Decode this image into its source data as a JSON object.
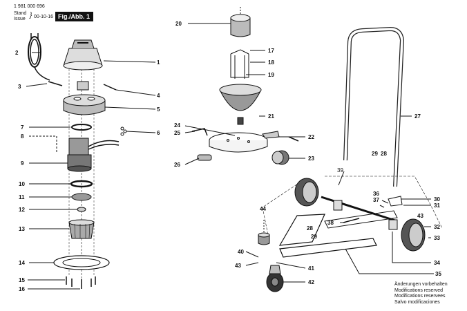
{
  "header": {
    "part_number": "1 981 000 696",
    "stand_label": "Stand",
    "issue_label": "Issue",
    "date": "00-10-16",
    "figure_label": "Fig./Abb. 1"
  },
  "callouts": [
    "1",
    "2",
    "3",
    "4",
    "5",
    "6",
    "7",
    "8",
    "9",
    "10",
    "11",
    "12",
    "13",
    "14",
    "15",
    "16",
    "17",
    "18",
    "19",
    "20",
    "21",
    "22",
    "23",
    "24",
    "25",
    "26",
    "27",
    "28",
    "29",
    "30",
    "31",
    "32",
    "33",
    "34",
    "35",
    "36",
    "37",
    "38",
    "39",
    "40",
    "41",
    "42",
    "43",
    "44"
  ],
  "extra_callouts": [
    "29",
    "28",
    "43",
    "28",
    "29",
    "43"
  ],
  "notes": [
    "Änderungen vorbehalten",
    "Modifications reserved",
    "Modifications reservees",
    "Salvo modificaciones"
  ]
}
